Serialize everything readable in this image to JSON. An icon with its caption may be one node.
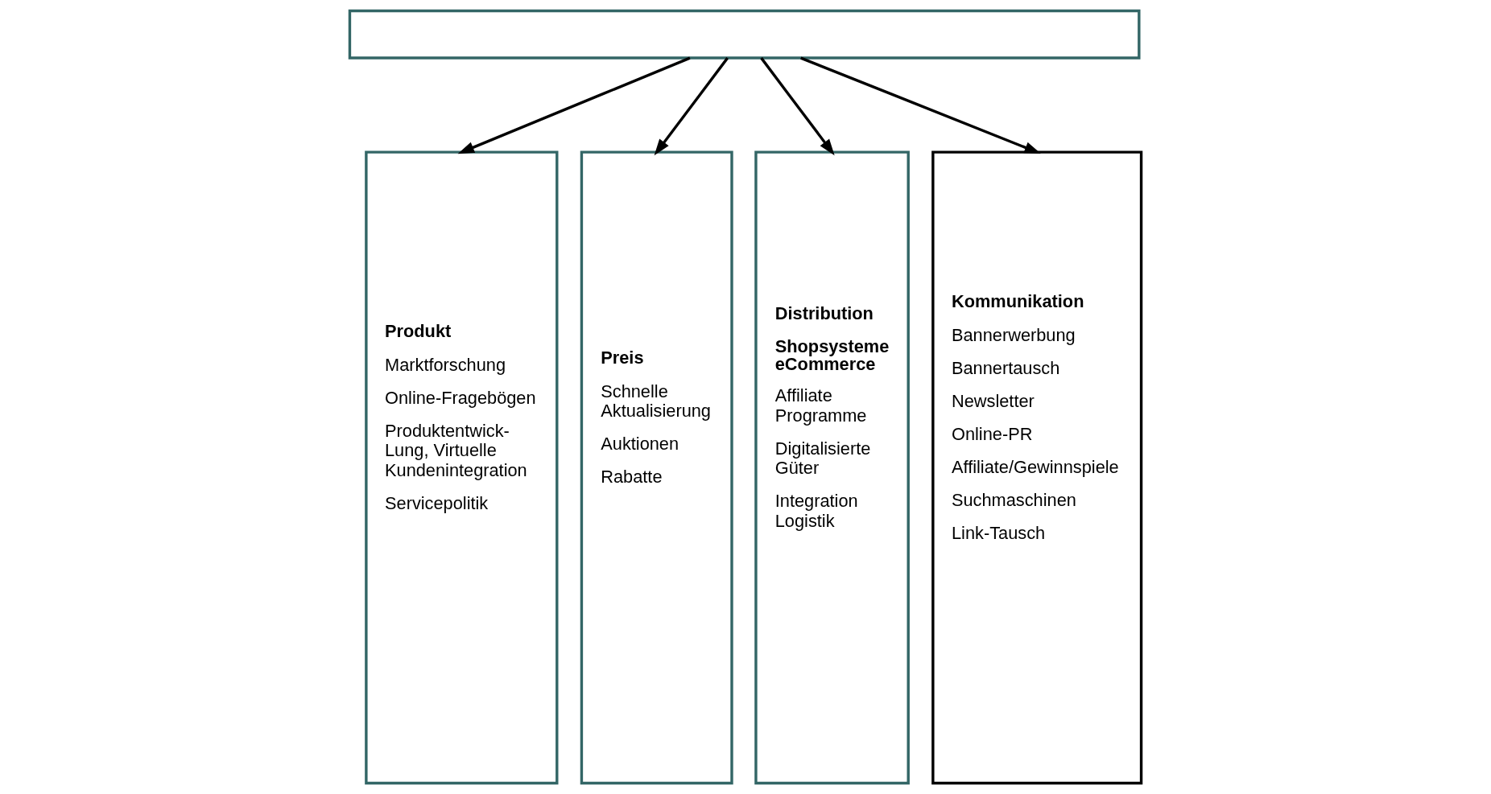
{
  "diagram": {
    "nodes": [
      {
        "text": [],
        "shape": "box"
      },
      {
        "text": [
          "Produkt",
          "Marktforschung",
          "Online-Fragebögen",
          "Produktentwick- Lung, Virtuelle Kundenintegration",
          "Servicepolitik"
        ]
      },
      {
        "text": [
          "Preis",
          "Schnelle Aktualisierung",
          "Auktionen",
          "Rabatte"
        ]
      },
      {
        "text": [
          "Distribution",
          "Shopsysteme eCommerce",
          "Affiliate Programme",
          "Digitalisierte Güter",
          "Integration Logistik"
        ]
      },
      {
        "text": [
          "Kommunikation",
          "Bannerwerbung",
          "Bannertausch",
          "Newsletter",
          "Online-PR",
          "Affiliate/Gewinnspiele",
          "Suchmaschinen",
          "Link-Tausch"
        ]
      }
    ],
    "edges": [
      {
        "from": 0,
        "to": 1,
        "arrow": "to"
      },
      {
        "from": 0,
        "to": 2,
        "arrow": "to"
      },
      {
        "from": 0,
        "to": 3,
        "arrow": "to"
      },
      {
        "from": 0,
        "to": 4,
        "arrow": "to"
      }
    ]
  }
}
